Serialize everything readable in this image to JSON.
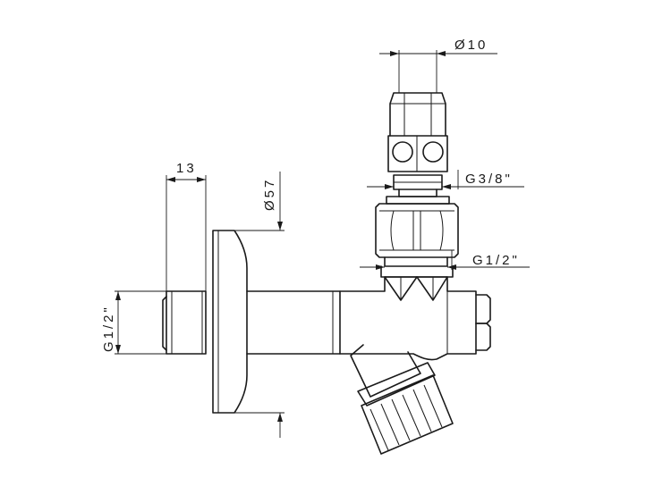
{
  "dimensions": {
    "thread_inlet": "G1/2\"",
    "inlet_length": "13",
    "rosette_diameter": "Ø57",
    "tube_diameter": "Ø10",
    "thread_compression": "G3/8\"",
    "thread_outlet": "G1/2\""
  }
}
